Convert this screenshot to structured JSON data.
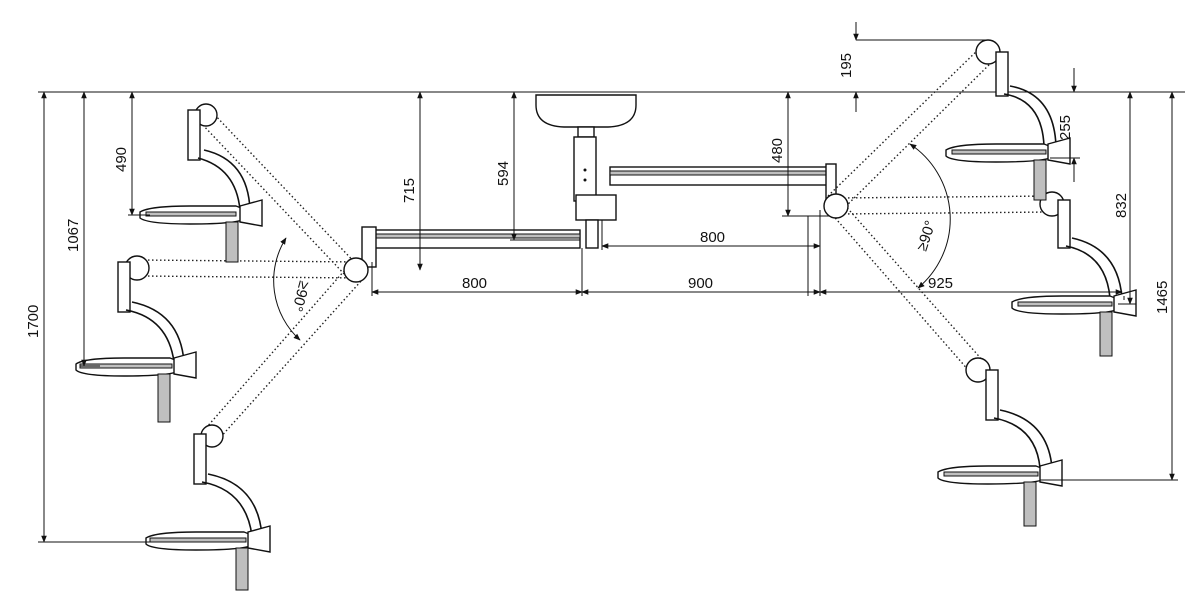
{
  "dimensions": {
    "h_800_left": "800",
    "h_900": "900",
    "h_800_right": "800",
    "h_925": "925",
    "v_1700": "1700",
    "v_1067": "1067",
    "v_490": "490",
    "v_715": "715",
    "v_594": "594",
    "v_480": "480",
    "v_195": "195",
    "v_255": "255",
    "v_832": "832",
    "v_1465": "1465",
    "angle_left": "≥90°",
    "angle_right": "≥90°"
  },
  "colors": {
    "line": "#111111",
    "fill_light": "#bfbfbf",
    "fill_dark": "#2a2a2a"
  }
}
